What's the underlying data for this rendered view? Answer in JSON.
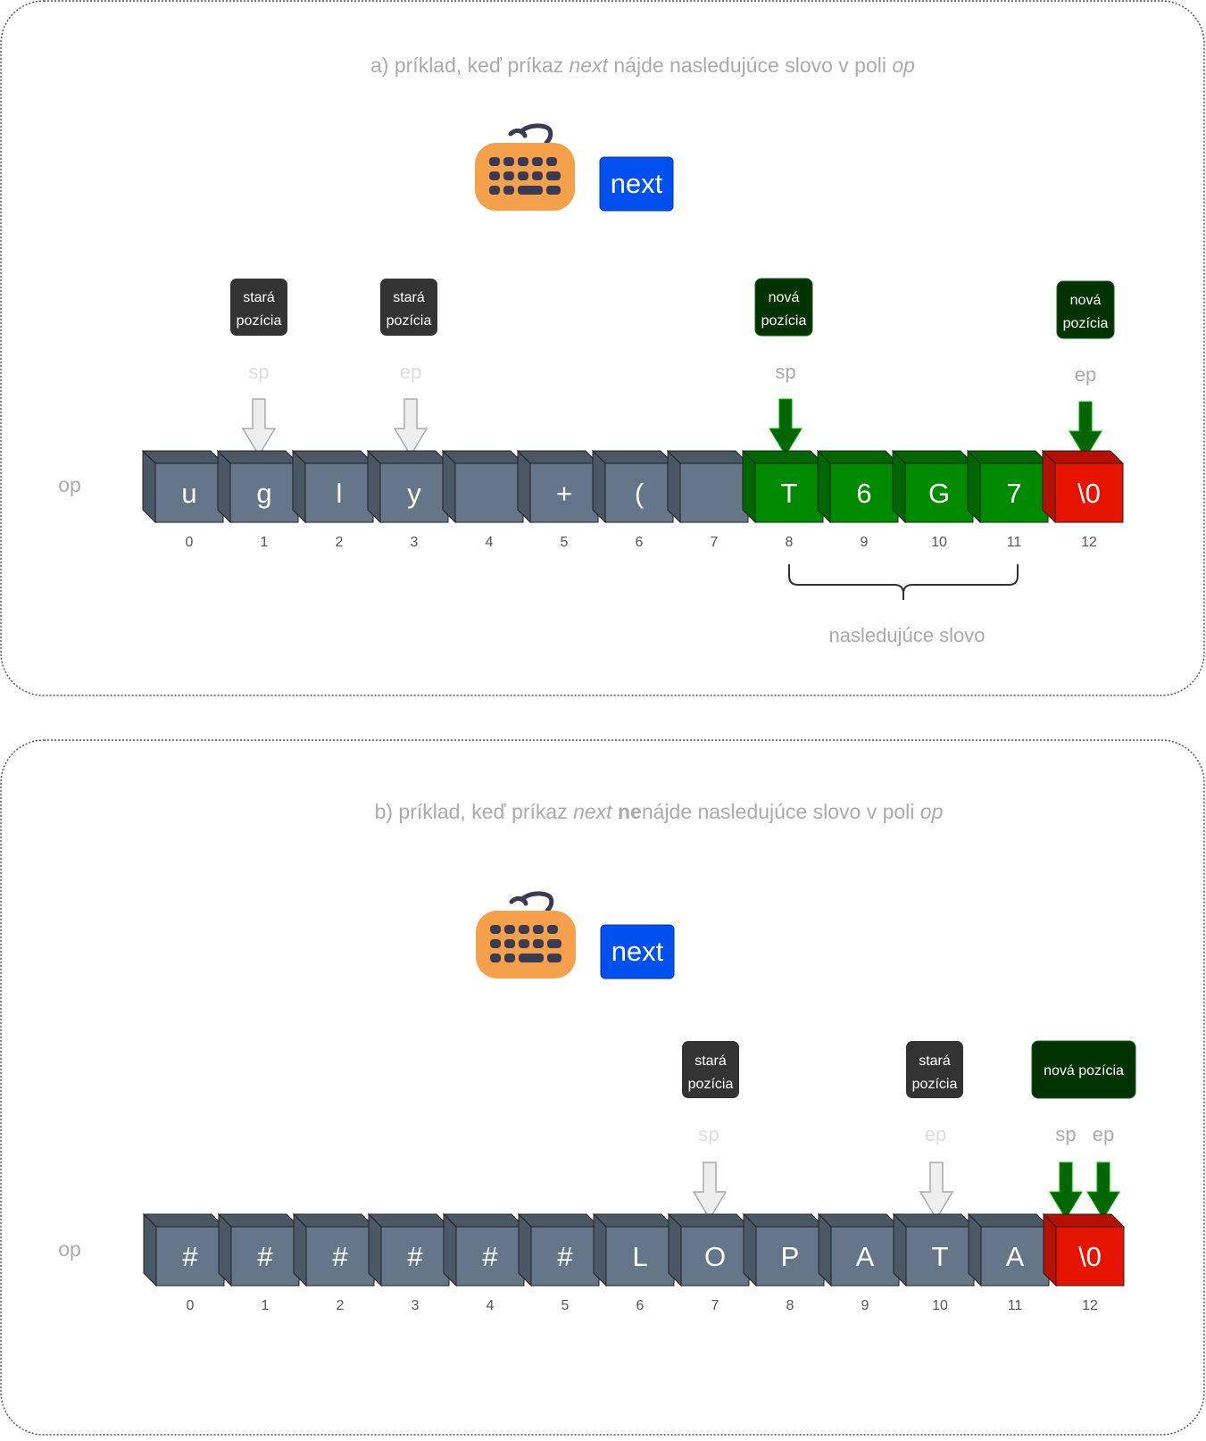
{
  "panel_a": {
    "title": {
      "prefix": "a) príklad, keď príkaz ",
      "cmd": "next",
      "middle": " nájde nasledujúce slovo v poli ",
      "arr": "op"
    },
    "keyboard_icon": "keyboard-icon",
    "command_label": "next",
    "array_label": "op",
    "cells": [
      {
        "value": "u",
        "index": "0",
        "state": "default"
      },
      {
        "value": "g",
        "index": "1",
        "state": "default"
      },
      {
        "value": "l",
        "index": "2",
        "state": "default"
      },
      {
        "value": "y",
        "index": "3",
        "state": "default"
      },
      {
        "value": "",
        "index": "4",
        "state": "default"
      },
      {
        "value": "+",
        "index": "5",
        "state": "default"
      },
      {
        "value": "(",
        "index": "6",
        "state": "default"
      },
      {
        "value": "",
        "index": "7",
        "state": "default"
      },
      {
        "value": "T",
        "index": "8",
        "state": "word"
      },
      {
        "value": "6",
        "index": "9",
        "state": "word"
      },
      {
        "value": "G",
        "index": "10",
        "state": "word"
      },
      {
        "value": "7",
        "index": "11",
        "state": "word"
      },
      {
        "value": "\\0",
        "index": "12",
        "state": "terminator"
      }
    ],
    "old_sp_box": {
      "line1": "stará",
      "line2": "pozícia"
    },
    "old_ep_box": {
      "line1": "stará",
      "line2": "pozícia"
    },
    "new_sp_box": {
      "line1": "nová",
      "line2": "pozícia"
    },
    "new_ep_box": {
      "line1": "nová",
      "line2": "pozícia"
    },
    "sp_label_old": "sp",
    "ep_label_old": "ep",
    "sp_label_new": "sp",
    "ep_label_new": "ep",
    "brace_label": "nasledujúce slovo"
  },
  "panel_b": {
    "title": {
      "prefix": "b) príklad, keď príkaz ",
      "cmd": "next",
      "neg": " ne",
      "middle": "nájde nasledujúce slovo v poli ",
      "arr": "op"
    },
    "keyboard_icon": "keyboard-icon",
    "command_label": "next",
    "array_label": "op",
    "cells": [
      {
        "value": "#",
        "index": "0",
        "state": "default"
      },
      {
        "value": "#",
        "index": "1",
        "state": "default"
      },
      {
        "value": "#",
        "index": "2",
        "state": "default"
      },
      {
        "value": "#",
        "index": "3",
        "state": "default"
      },
      {
        "value": "#",
        "index": "4",
        "state": "default"
      },
      {
        "value": "#",
        "index": "5",
        "state": "default"
      },
      {
        "value": "L",
        "index": "6",
        "state": "default"
      },
      {
        "value": "O",
        "index": "7",
        "state": "default"
      },
      {
        "value": "P",
        "index": "8",
        "state": "default"
      },
      {
        "value": "A",
        "index": "9",
        "state": "default"
      },
      {
        "value": "T",
        "index": "10",
        "state": "default"
      },
      {
        "value": "A",
        "index": "11",
        "state": "default"
      },
      {
        "value": "\\0",
        "index": "12",
        "state": "terminator"
      }
    ],
    "old_sp_box": {
      "line1": "stará",
      "line2": "pozícia"
    },
    "old_ep_box": {
      "line1": "stará",
      "line2": "pozícia"
    },
    "new_box": {
      "text": "nová pozícia"
    },
    "sp_label_old": "sp",
    "ep_label_old": "ep",
    "sp_label_new": "sp",
    "ep_label_new": "ep"
  },
  "colors": {
    "cell_default": "#647687",
    "cell_default_dark": "#4a5866",
    "cell_word": "#008a00",
    "cell_word_dark": "#006600",
    "cell_terminator": "#e51400",
    "cell_terminator_dark": "#b51000",
    "next_button": "#0050ef",
    "old_box": "#333333",
    "new_box": "#003300",
    "arrow_new": "#006600",
    "arrow_old": "#eeeeee",
    "keyboard_body": "#f5a04a",
    "keyboard_keys": "#3b3a55"
  }
}
